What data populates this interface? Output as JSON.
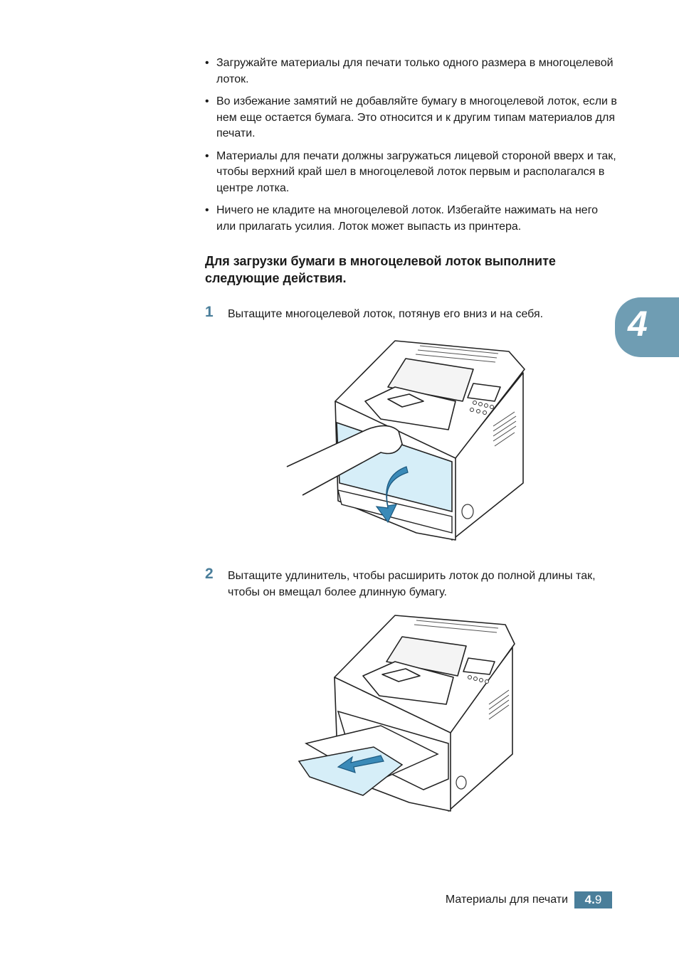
{
  "bullets": [
    "Загружайте материалы для печати только одного размера в многоцелевой лоток.",
    "Во избежание замятий не добавляйте бумагу в многоцелевой лоток, если в нем еще остается бумага. Это относится и к другим типам материалов для печати.",
    "Материалы для печати должны загружаться лицевой стороной вверх и так, чтобы верхний край шел в многоцелевой лоток первым и располагался в центре лотка.",
    "Ничего не кладите на многоцелевой лоток. Избегайте нажимать на него или прилагать усилия. Лоток может выпасть из принтера."
  ],
  "heading": "Для загрузки бумаги в многоцелевой лоток выполните следующие действия.",
  "steps": [
    {
      "number": "1",
      "text": "Вытащите многоцелевой лоток, потянув его вниз и на себя."
    },
    {
      "number": "2",
      "text": "Вытащите удлинитель, чтобы расширить лоток до полной длины так, чтобы он вмещал более длинную бумагу."
    }
  ],
  "chapter_tab": "4",
  "footer": {
    "section": "Материалы для печати",
    "page_chapter": "4.",
    "page_number": "9"
  },
  "colors": {
    "accent": "#4a7e9a",
    "tab": "#6f9db3",
    "tray_fill": "#d6eef8",
    "arrow": "#3a8ab8"
  }
}
